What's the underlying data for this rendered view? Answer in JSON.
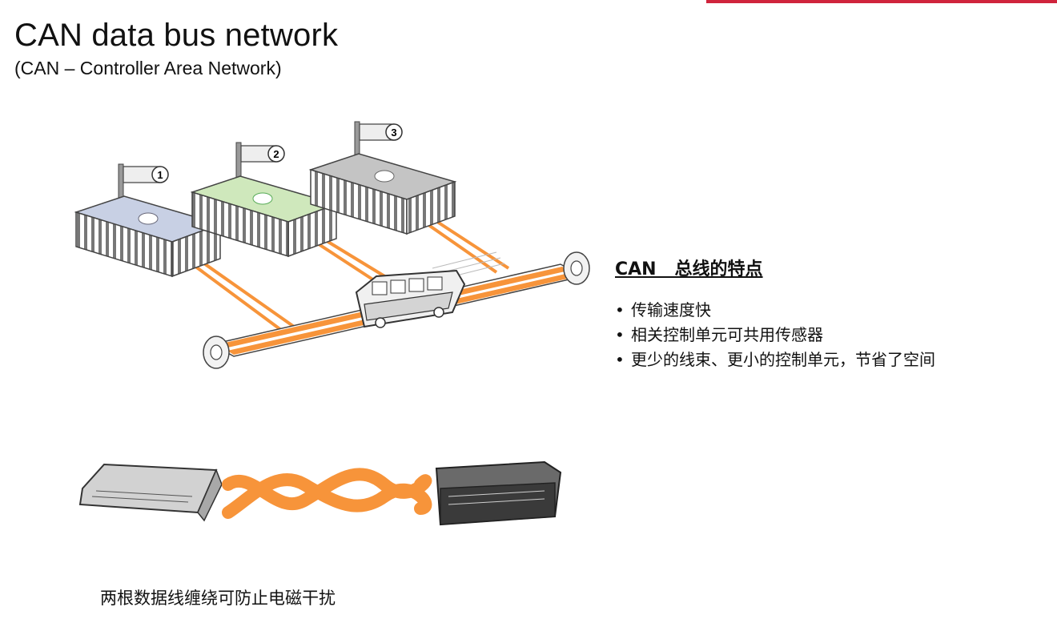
{
  "header": {
    "title": "CAN data bus network",
    "subtitle": "(CAN – Controller Area Network)"
  },
  "diagram": {
    "units": [
      {
        "number": "1",
        "color": "#c8d0e4"
      },
      {
        "number": "2",
        "color": "#cfe8bc"
      },
      {
        "number": "3",
        "color": "#c4c4c4"
      }
    ]
  },
  "features": {
    "heading": "CAN   总线的特点",
    "items": [
      "传输速度快",
      "相关控制单元可共用传感器",
      "更少的线束、更小的控制单元，节省了空间"
    ]
  },
  "caption": "两根数据线缠绕可防止电磁干扰",
  "colors": {
    "accent": "#d0243c",
    "wire": "#f7943a",
    "outline": "#333333"
  }
}
